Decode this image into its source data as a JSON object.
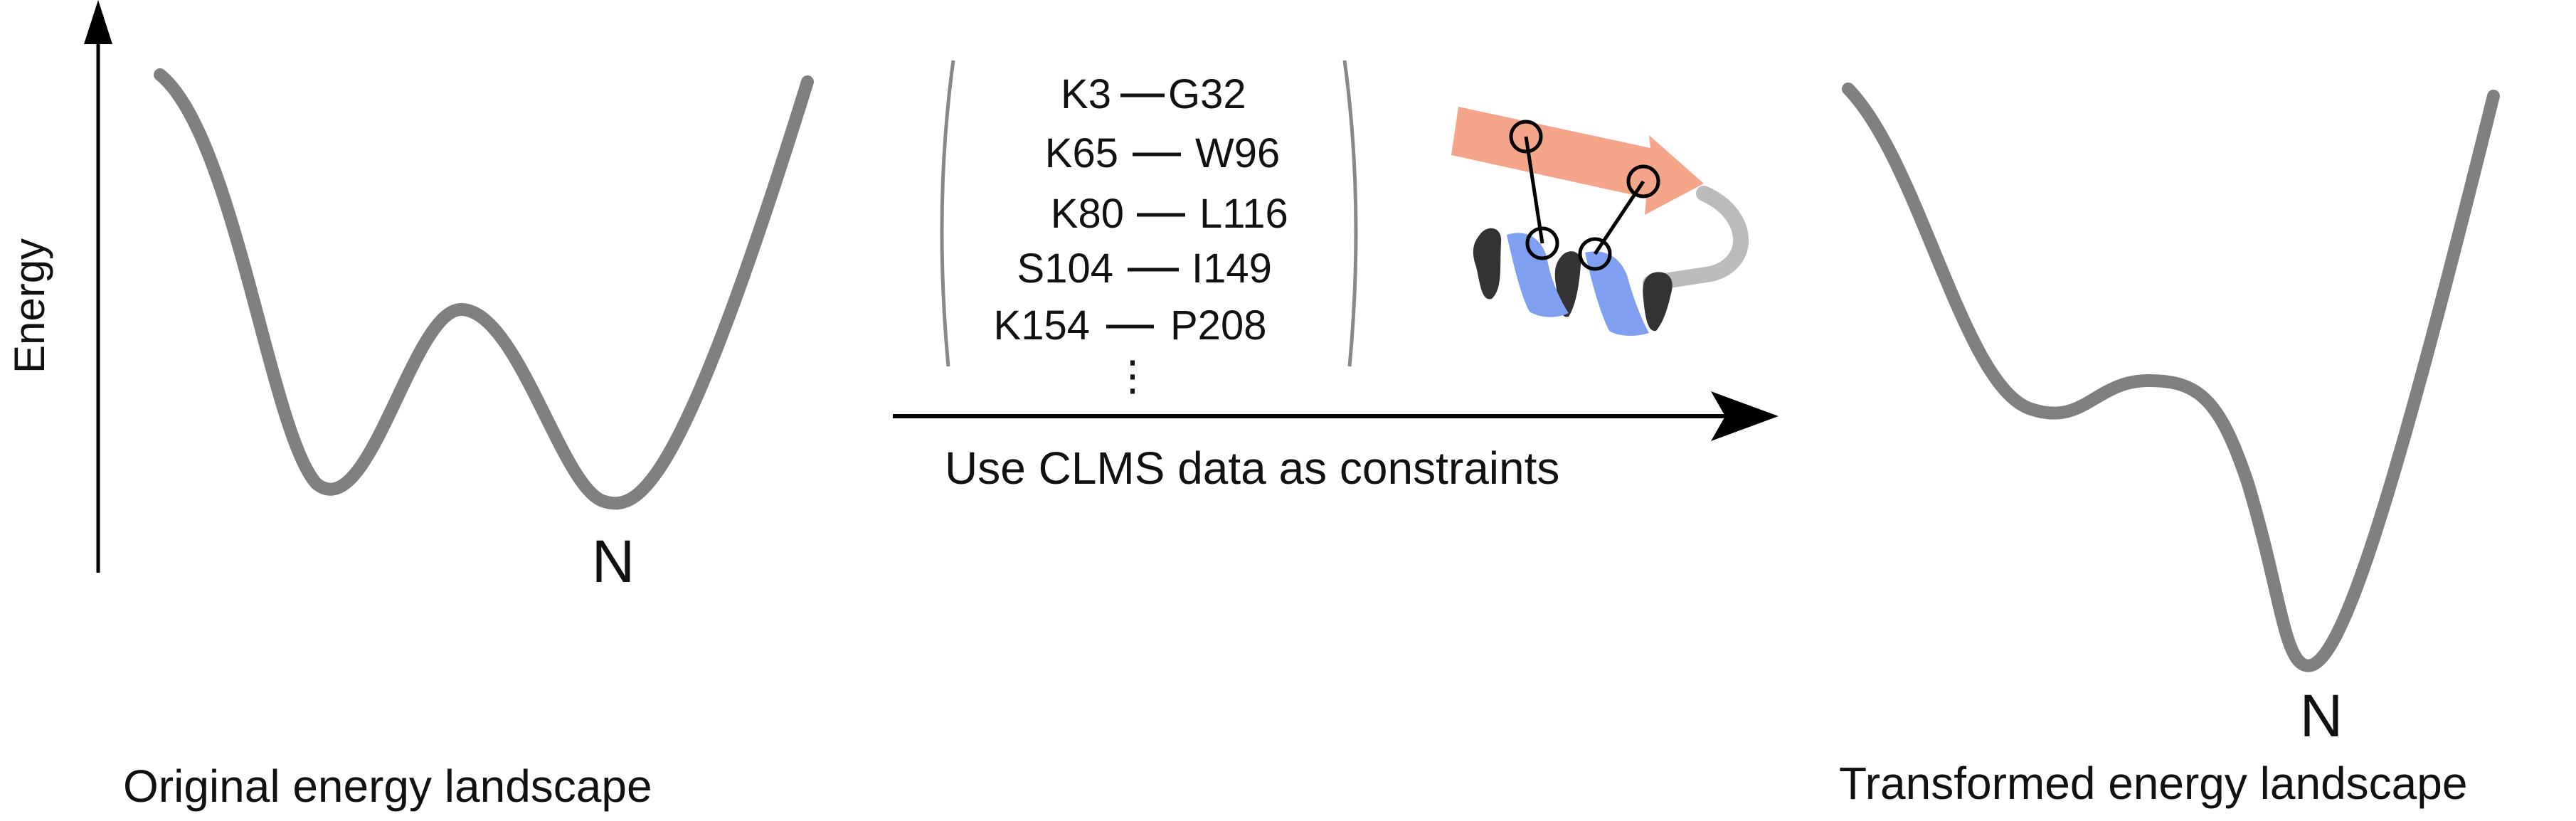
{
  "left_panel": {
    "axis_label": "Energy",
    "native_label": "N",
    "caption": "Original energy landscape"
  },
  "middle_panel": {
    "crosslinks": [
      {
        "left": "K3",
        "right": "G32"
      },
      {
        "left": "K65",
        "right": "W96"
      },
      {
        "left": "K80",
        "right": "L116"
      },
      {
        "left": "S104",
        "right": "I149"
      },
      {
        "left": "K154",
        "right": "P208"
      }
    ],
    "ellipsis": "⋮",
    "arrow_label": "Use CLMS data as constraints",
    "protein_icon": "protein-crosslink-icon",
    "colors": {
      "strand": "#f5a58a",
      "helix": "#7f9ff0",
      "sheet_dark": "#333333",
      "loop": "#bbbbbb"
    }
  },
  "right_panel": {
    "native_label": "N",
    "caption": "Transformed energy landscape"
  },
  "colors": {
    "curve": "#808080",
    "axis": "#000000"
  }
}
